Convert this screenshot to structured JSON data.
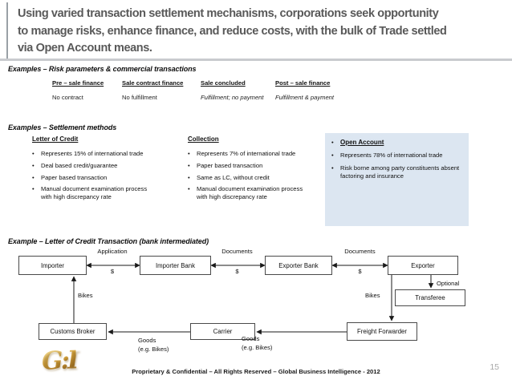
{
  "ui": {
    "bullet": "•"
  },
  "colors": {
    "title_text": "#595959",
    "open_account_panel_bg": "#dce6f1",
    "divider": "#c9cbce",
    "logo_gold": "#d9a843"
  },
  "title_lines": [
    "Using varied transaction settlement mechanisms, corporations seek opportunity",
    "to manage risks, enhance finance, and reduce costs, with the bulk of Trade settled",
    "via Open Account means."
  ],
  "sections": {
    "risk": {
      "heading": "Examples – Risk parameters & commercial transactions",
      "columns": [
        {
          "header": "Pre – sale finance",
          "value": "No contract"
        },
        {
          "header": "Sale contract finance",
          "value": "No fulfillment"
        },
        {
          "header": "Sale concluded",
          "value": "Fulfillment; no payment"
        },
        {
          "header": "Post – sale finance",
          "value": "Fulfillment & payment"
        }
      ]
    },
    "settlement": {
      "heading": "Examples – Settlement methods",
      "methods": [
        {
          "name": "Letter of Credit",
          "bullets": [
            "Represents 15% of international trade",
            "Deal based credit/guarantee",
            "Paper based transaction",
            "Manual document examination process with high discrepancy rate"
          ]
        },
        {
          "name": "Collection",
          "bullets": [
            "Represents 7% of international trade",
            "Paper based transaction",
            "Same as LC, without credit",
            "Manual document examination process with high discrepancy rate"
          ]
        },
        {
          "name": "Open Account",
          "bullets": [
            "Represents 78% of international trade",
            "Risk borne among party constituents absent factoring and insurance"
          ]
        }
      ]
    },
    "diagram": {
      "heading": "Example – Letter of Credit Transaction (bank intermediated)",
      "boxes": {
        "importer": "Importer",
        "importer_bank": "Importer Bank",
        "exporter_bank": "Exporter Bank",
        "exporter": "Exporter",
        "transferee": "Transferee",
        "customs_broker": "Customs Broker",
        "carrier": "Carrier",
        "freight_forwarder": "Freight Forwarder"
      },
      "labels": {
        "application": "Application",
        "dollar": "$",
        "documents": "Documents",
        "bikes": "Bikes",
        "optional": "Optional",
        "goods": "Goods",
        "goods_example": "(e.g. Bikes)"
      }
    }
  },
  "footer": {
    "logo": "G:I",
    "text": "Proprietary & Confidential – All Rights Reserved – Global Business Intelligence - 2012",
    "page": "15"
  }
}
